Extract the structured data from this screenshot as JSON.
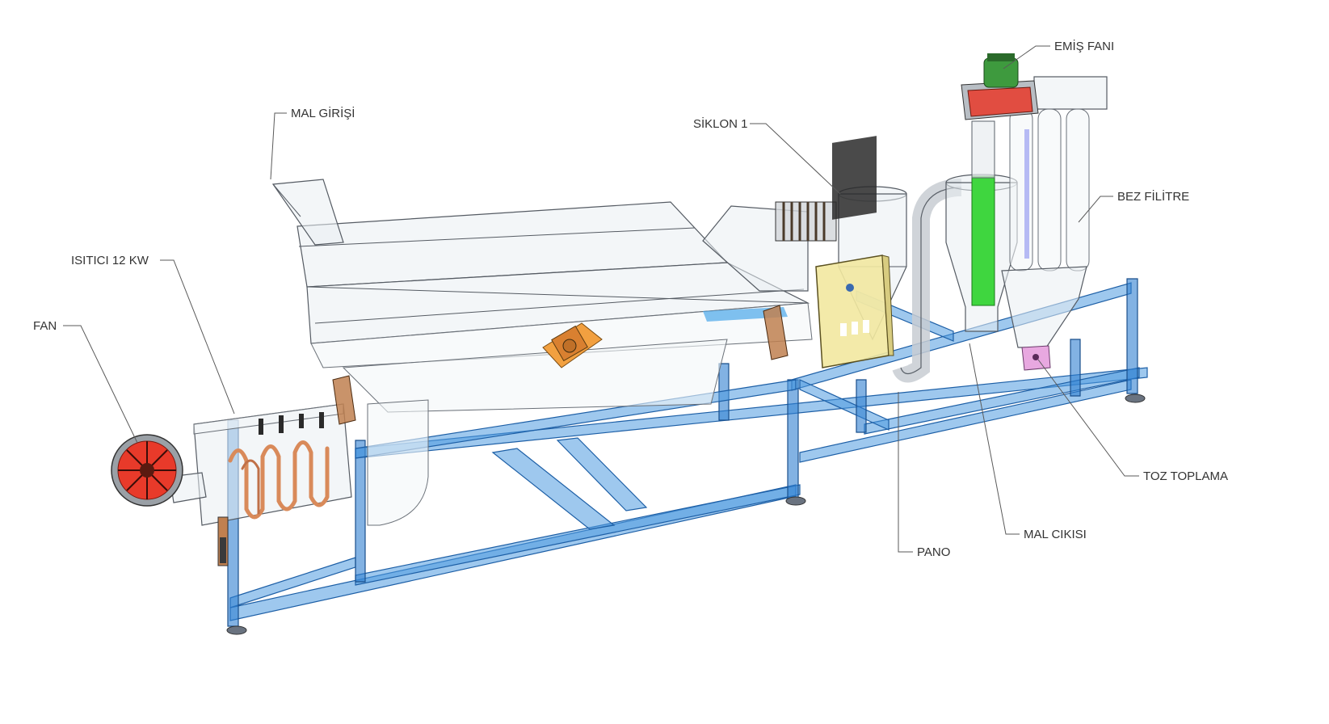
{
  "labels": {
    "fan": "FAN",
    "heater": "ISITICI 12 KW",
    "inlet": "MAL GİRİŞİ",
    "cyclone": "SİKLON 1",
    "suction_fan": "EMİŞ FANI",
    "bag_filter": "BEZ FİLİTRE",
    "dust_collection": "TOZ TOPLAMA",
    "outlet": "MAL CIKISI",
    "panel": "PANO"
  },
  "colors": {
    "frame": "#4f9be0",
    "fan": "#e83a2a",
    "heater_coil": "#d98a5a",
    "vibrator": "#f2a040",
    "outlet_pipe": "#3fd63f",
    "control_panel": "#f2e8a0",
    "dust_hopper": "#e8a8e0"
  }
}
